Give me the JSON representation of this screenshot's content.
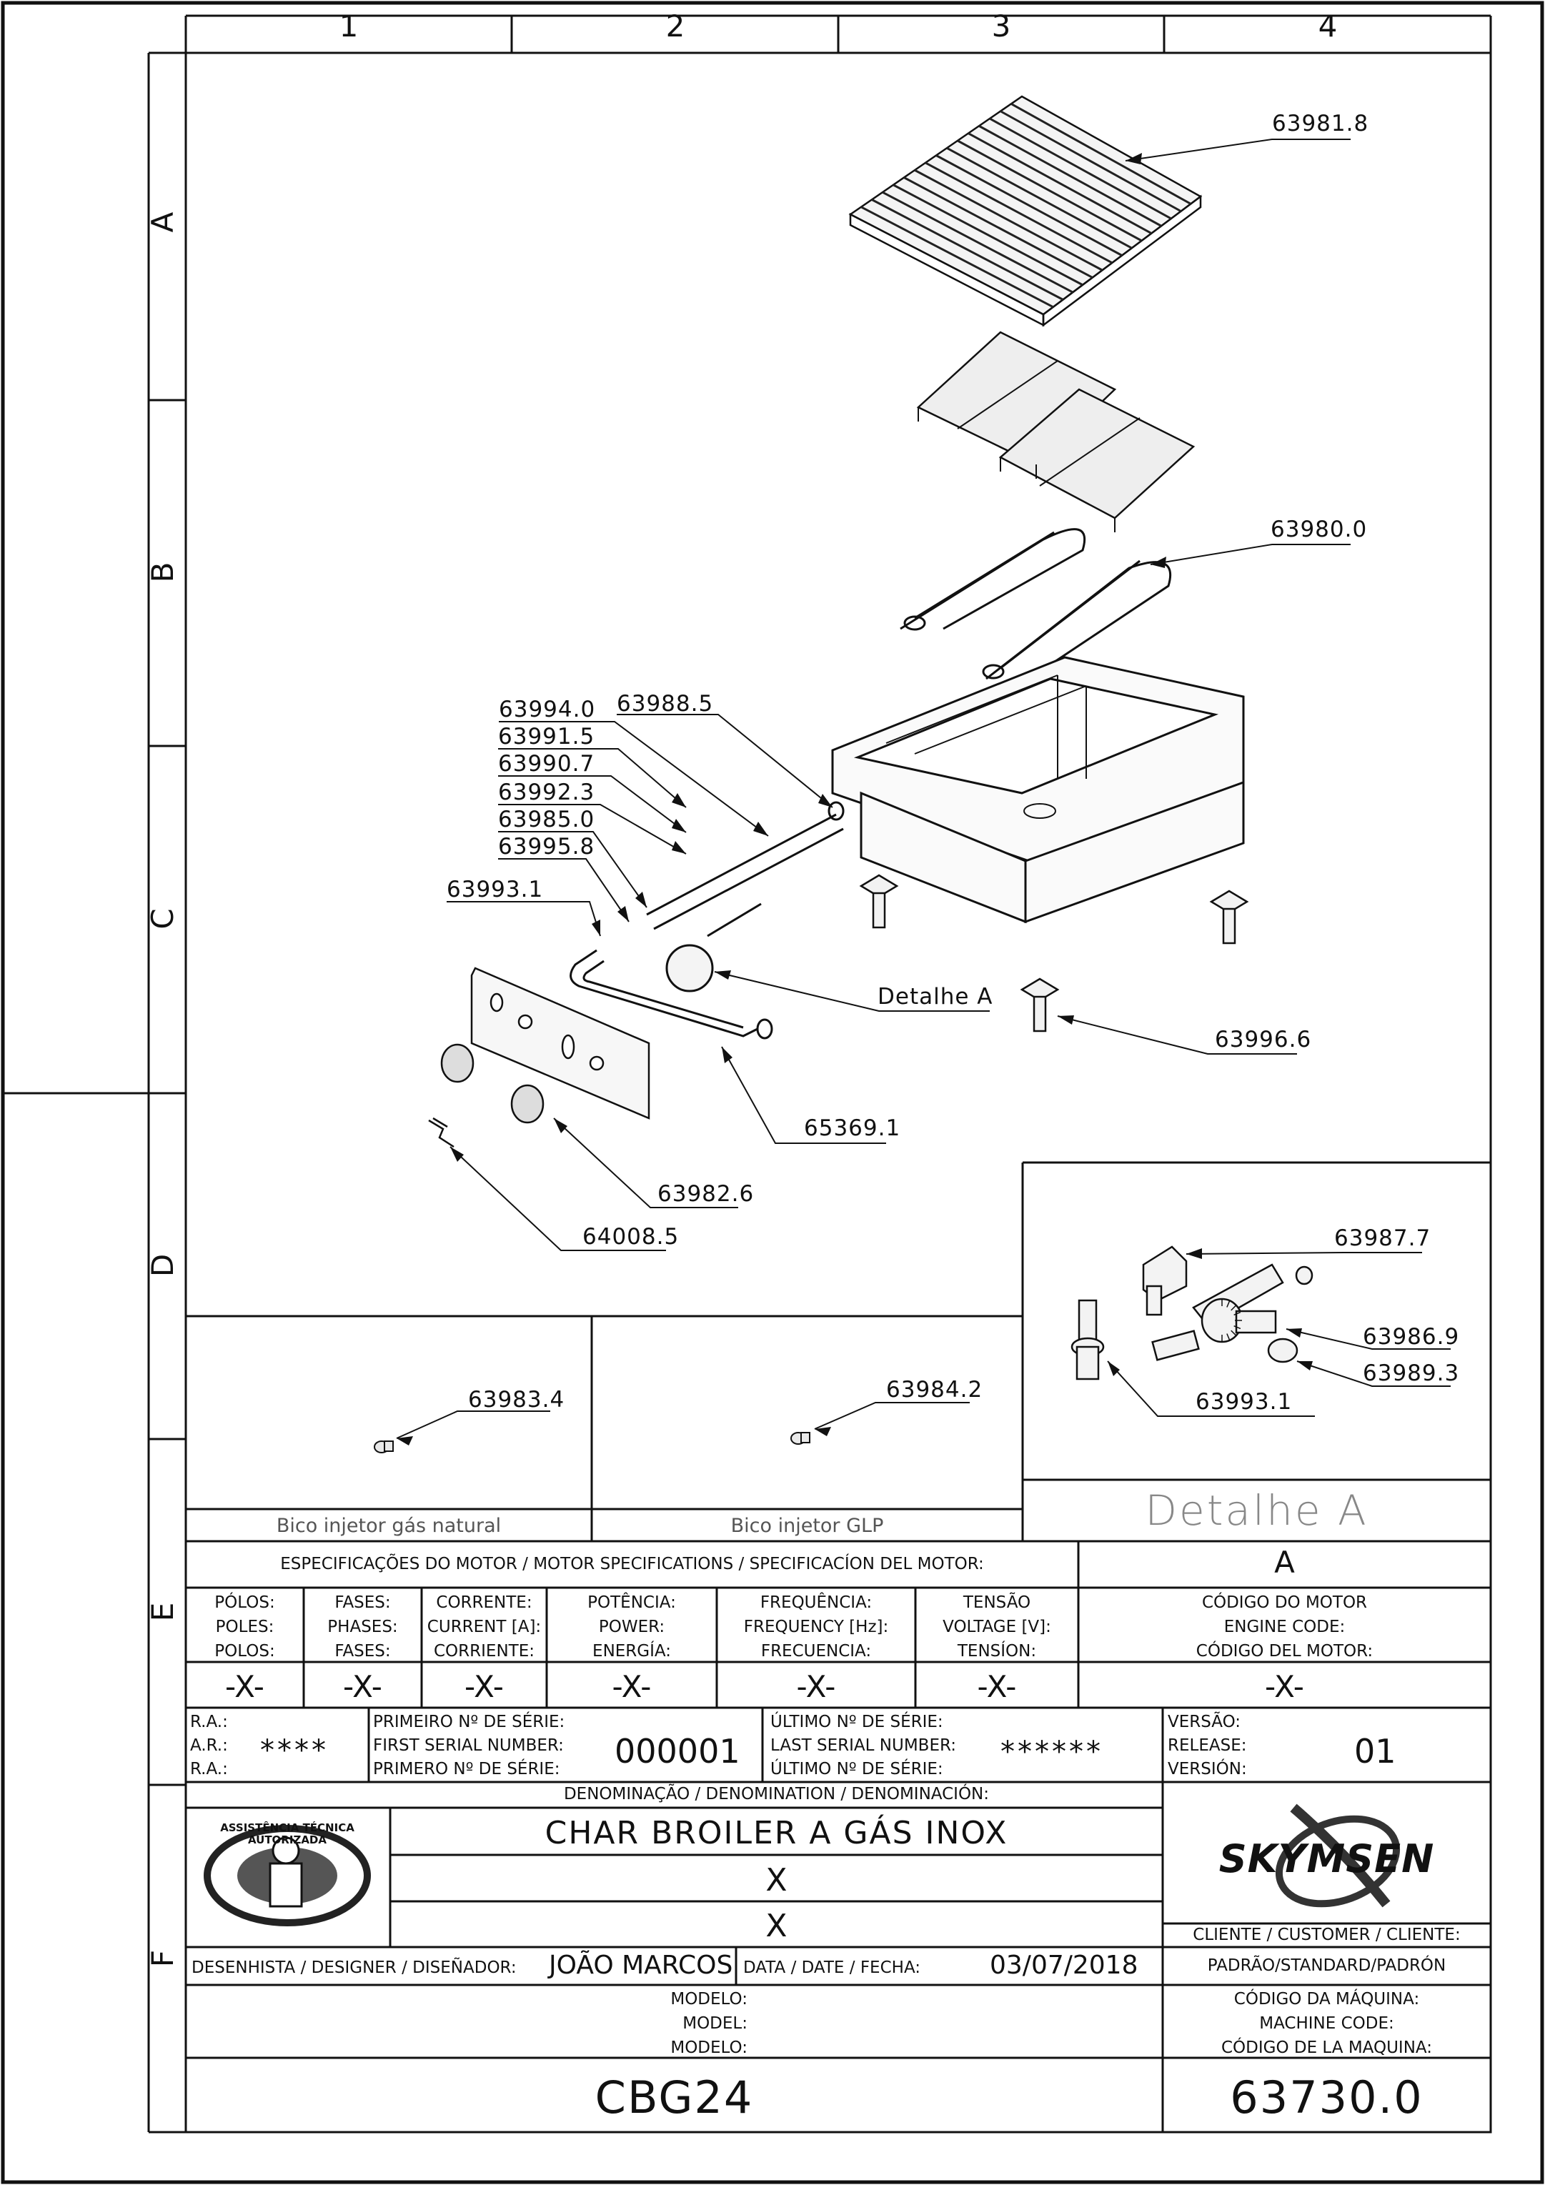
{
  "grid": {
    "columns": [
      "1",
      "2",
      "3",
      "4"
    ],
    "rows": [
      "A",
      "B",
      "C",
      "D",
      "E",
      "F"
    ]
  },
  "callouts": {
    "c63981_8": "63981.8",
    "c63980_0": "63980.0",
    "c63994_0": "63994.0",
    "c63988_5": "63988.5",
    "c63991_5": "63991.5",
    "c63990_7": "63990.7",
    "c63992_3": "63992.3",
    "c63985_0": "63985.0",
    "c63995_8": "63995.8",
    "c63993_1": "63993.1",
    "detalhe_a": "Detalhe A",
    "c63996_6": "63996.6",
    "c65369_1": "65369.1",
    "c63982_6": "63982.6",
    "c64008_5": "64008.5",
    "c63983_4": "63983.4",
    "c63984_2": "63984.2",
    "d63987_7": "63987.7",
    "d63986_9": "63986.9",
    "d63989_3": "63989.3",
    "d63993_1": "63993.1"
  },
  "detail_panels": {
    "natural_gas_caption": "Bico injetor gás natural",
    "glp_caption": "Bico injetor GLP",
    "detail_title": "Detalhe A"
  },
  "motor_specs": {
    "title": "ESPECIFICAÇÕES DO MOTOR / MOTOR SPECIFICATIONS / SPECIFICACÍON DEL MOTOR:",
    "variant": "A",
    "headers": [
      [
        "PÓLOS:",
        "POLES:",
        "POLOS:"
      ],
      [
        "FASES:",
        "PHASES:",
        "FASES:"
      ],
      [
        "CORRENTE:",
        "CURRENT [A]:",
        "CORRIENTE:"
      ],
      [
        "POTÊNCIA:",
        "POWER:",
        "ENERGÍA:"
      ],
      [
        "FREQUÊNCIA:",
        "FREQUENCY [Hz]:",
        "FRECUENCIA:"
      ],
      [
        "TENSÃO",
        "VOLTAGE [V]:",
        "TENSÍON:"
      ],
      [
        "CÓDIGO DO MOTOR",
        "ENGINE CODE:",
        "CÓDIGO DEL MOTOR:"
      ]
    ],
    "values": [
      "-X-",
      "-X-",
      "-X-",
      "-X-",
      "-X-",
      "-X-",
      "-X-"
    ]
  },
  "serials": {
    "ra_labels": [
      "R.A.:",
      "A.R.:",
      "R.A.:"
    ],
    "ra_value": "****",
    "first_labels": [
      "PRIMEIRO Nº DE SÉRIE:",
      "FIRST SERIAL NUMBER:",
      "PRIMERO Nº DE SÉRIE:"
    ],
    "first_value": "000001",
    "last_labels": [
      "ÚLTIMO Nº DE SÉRIE:",
      "LAST SERIAL NUMBER:",
      "ÚLTIMO Nº DE SÉRIE:"
    ],
    "last_value": "******",
    "version_labels": [
      "VERSÃO:",
      "RELEASE:",
      "VERSIÓN:"
    ],
    "version_value": "01"
  },
  "title_block": {
    "denomination_label": "DENOMINAÇÃO / DENOMINATION / DENOMINACIÓN:",
    "denomination_lines": [
      "CHAR BROILER A GÁS INOX",
      "X",
      "X"
    ],
    "logo_text": "SKYMSEN",
    "badge_text": "ASSISTÊNCIA TÉCNICA AUTORIZADA",
    "customer_label": "CLIENTE / CUSTOMER / CLIENTE:",
    "customer_value": "PADRÃO/STANDARD/PADRÓN",
    "designer_label": "DESENHISTA / DESIGNER / DISEÑADOR:",
    "designer_value": "JOÃO MARCOS",
    "date_label": "DATA / DATE / FECHA:",
    "date_value": "03/07/2018",
    "model_labels": [
      "MODELO:",
      "MODEL:",
      "MODELO:"
    ],
    "model_value": "CBG24",
    "machine_code_labels": [
      "CÓDIGO DA MÁQUINA:",
      "MACHINE CODE:",
      "CÓDIGO DE LA MAQUINA:"
    ],
    "machine_code_value": "63730.0"
  }
}
